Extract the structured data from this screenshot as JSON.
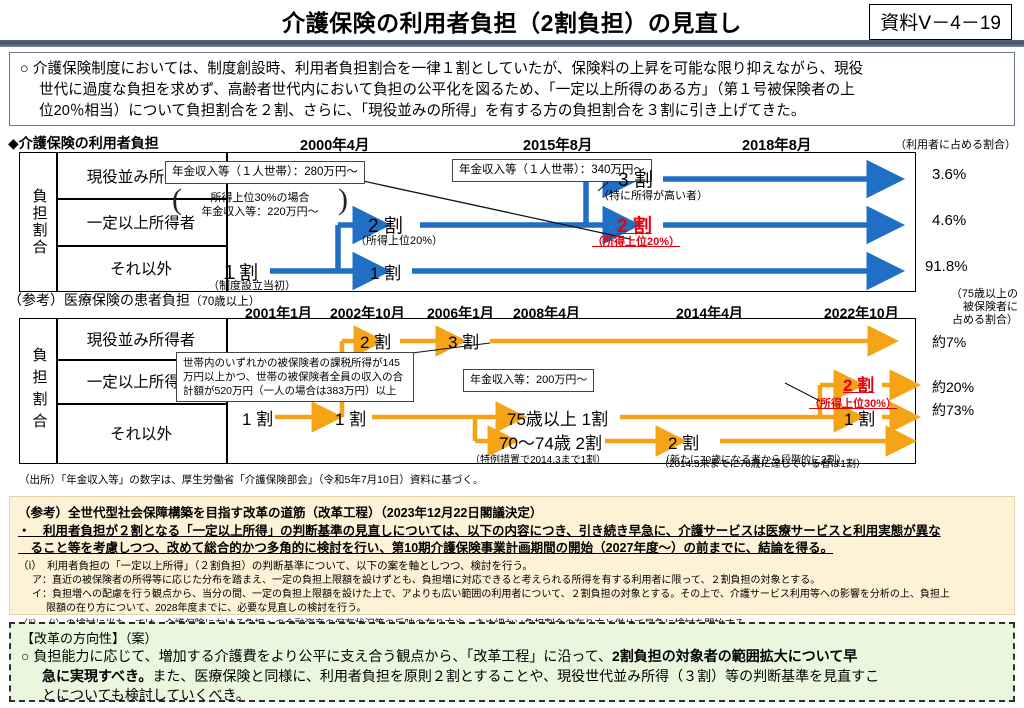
{
  "header": {
    "title": "介護保険の利用者負担（2割負担）の見直し",
    "doc_code": "資料Ⅴ－4－19"
  },
  "lead": {
    "bullet": "○",
    "lines": [
      "介護保険制度においては、制度創設時、利用者負担割合を一律１割としていたが、保険料の上昇を可能な限り抑えながら、現役",
      "世代に過度な負担を求めず、高齢者世代内において負担の公平化を図るため、「一定以上所得のある方」（第１号被保険者の上",
      "位20％相当）について負担割合を２割、さらに、「現役並みの所得」を有する方の負担割合を３割に引き上げてきた。"
    ]
  },
  "care": {
    "heading": "◆介護保険の利用者負担",
    "ratio_caption": "（利用者に占める割合）",
    "axis_label": "負担割合",
    "rows": [
      "現役並み所得者",
      "一定以上所得者",
      "それ以外"
    ],
    "dates": [
      "2000年4月",
      "2015年8月",
      "2018年8月"
    ],
    "percentages": [
      "3.6%",
      "4.6%",
      "91.8%"
    ],
    "callout_280": "年金収入等（１人世帯）：280万円～",
    "callout_340": "年金収入等（１人世帯）：340万円～",
    "brace_line1": "所得上位30%の場合",
    "brace_line2": "年金収入等：220万円～",
    "v_1wari_start": "１割",
    "v_1wari_start_sub": "（制度設立当初）",
    "v_2wari_2015": "2 割",
    "v_2wari_2015_sub": "（所得上位20%）",
    "v_1wari_2015": "1 割",
    "v_3wari_2018": "3 割",
    "v_3wari_2018_sub": "（特に所得が高い者）",
    "v_2wari_2018": "2 割",
    "v_2wari_2018_sub": "（所得上位20%）"
  },
  "medical": {
    "heading_main": "（参考）医療保険の患者負担",
    "heading_small": "（70歳以上）",
    "ratio_caption": "（75歳以上の\n被保険者に\n占める割合）",
    "ratio_caption_lines": [
      "（75歳以上の",
      "被保険者に",
      "占める割合）"
    ],
    "axis_label": "負担割合",
    "rows": [
      "現役並み所得者",
      "一定以上所得者",
      "それ以外"
    ],
    "dates": [
      "2001年1月",
      "2002年10月",
      "2006年1月",
      "2008年4月",
      "2014年4月",
      "2022年10月"
    ],
    "percentages": [
      "約7%",
      "約20%",
      "約73%"
    ],
    "v_2wari_2002": "2 割",
    "v_3wari_2006": "3 割",
    "callout_145": "世帯内のいずれかの被保険者の課税所得が145万円以上かつ、世帯の被保険者全員の収入の合計額が520万円（一人の場合は383万円）以上",
    "callout_200": "年金収入等：200万円～",
    "v_2wari_2022": "2 割",
    "v_2wari_2022_sub": "（所得上位30%）",
    "v_1wari_2001": "1 割",
    "v_1wari_2002": "1 割",
    "v_75plus_1wari": "75歳以上 1割",
    "v_1wari_2022": "1 割",
    "v_7074_2wari": "70～74歳 2割",
    "v_7074_sub": "（特例措置で2014.3まで1割）",
    "v_2wari_2014": "2 割",
    "v_2wari_2014_sub1": "（新たに70歳になる者から段階的に2割）",
    "v_2wari_2014_sub2": "（2014.3末までに70歳に達している者は1割）"
  },
  "source_note": "（出所）「年金収入等」の数字は、厚生労働省「介護保険部会」（令和5年7月10日）資料に基づく。",
  "reference": {
    "title": "（参考）全世代型社会保障構築を目指す改革の道筋（改革工程）（2023年12月22日閣議決定）",
    "main_line1": "・　利用者負担が２割となる「一定以上所得」の判断基準の見直しについては、以下の内容につき、引き続き早急に、介護サービスは医療サービスと利用実態が異な",
    "main_line2": "　ること等を考慮しつつ、改めて総合的かつ多角的に検討を行い、第10期介護保険事業計画期間の開始（2027年度～）の前までに、結論を得る。",
    "sub_i": "（ⅰ）　利用者負担の「一定以上所得」（２割負担）の判断基準について、以下の案を軸としつつ、検討を行う。",
    "sub_a": "ア：直近の被保険者の所得等に応じた分布を踏まえ、一定の負担上限額を設けずとも、負担増に対応できると考えられる所得を有する利用者に限って、２割負担の対象とする。",
    "sub_b1": "イ：負担増への配慮を行う観点から、当分の間、一定の負担上限額を設けた上で、アよりも広い範囲の利用者について、２割負担の対象とする。その上で、介護サービス利用等への影響を分析の上、負担上",
    "sub_b2": "限額の在り方について、2028年度までに、必要な見直しの検討を行う。",
    "sub_ii": "（ⅱ）　（ⅰ）の検討に当たっては、介護保険における負担への金融資産の保有状況等の反映の在り方や、きめ細かい負担割合の在り方と併せて早急に検討を開始する。"
  },
  "direction": {
    "title": "【改革の方向性】（案）",
    "bullet": "○",
    "line1_a": "負担能力に応じて、増加する介護費をより公平に支え合う観点から、「改革工程」に沿って、",
    "line1_b": "2割負担の対象者の範囲拡大について早",
    "line2_a": "急に実現すべき。",
    "line2_b": "また、医療保険と同様に、利用者負担を原則２割とすることや、現役世代並み所得（３割）等の判断基準を見直すこ",
    "line3": "とについても検討していくべき。"
  },
  "colors": {
    "blue": "#1f6fc4",
    "orange": "#f5a418",
    "red": "#e8000d",
    "yellow_bg": "#fdf2d6",
    "green_bg": "#e9f7df",
    "header_bar": "#5b6b80"
  }
}
